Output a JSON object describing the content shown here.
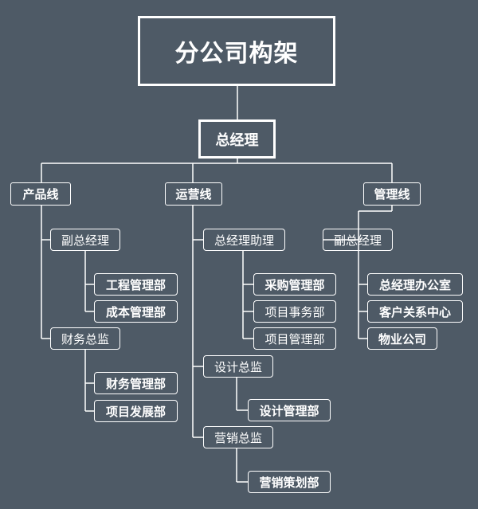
{
  "root": "分公司构架",
  "ceo": "总经理",
  "lines": {
    "product": "产品线",
    "operation": "运营线",
    "management": "管理线"
  },
  "product": {
    "deputy": {
      "title": "副总经理",
      "depts": [
        "工程管理部",
        "成本管理部"
      ]
    },
    "finance": {
      "title": "财务总监",
      "depts": [
        "财务管理部",
        "项目发展部"
      ]
    }
  },
  "operation": {
    "assistant": {
      "title": "总经理助理",
      "depts": [
        "采购管理部",
        "项目事务部",
        "项目管理部"
      ]
    },
    "design": {
      "title": "设计总监",
      "depts": [
        "设计管理部"
      ]
    },
    "marketing": {
      "title": "营销总监",
      "depts": [
        "营销策划部"
      ]
    }
  },
  "management": {
    "deputy": {
      "title": "副总经理",
      "depts": [
        "总经理办公室",
        "客户关系中心",
        "物业公司"
      ]
    }
  }
}
